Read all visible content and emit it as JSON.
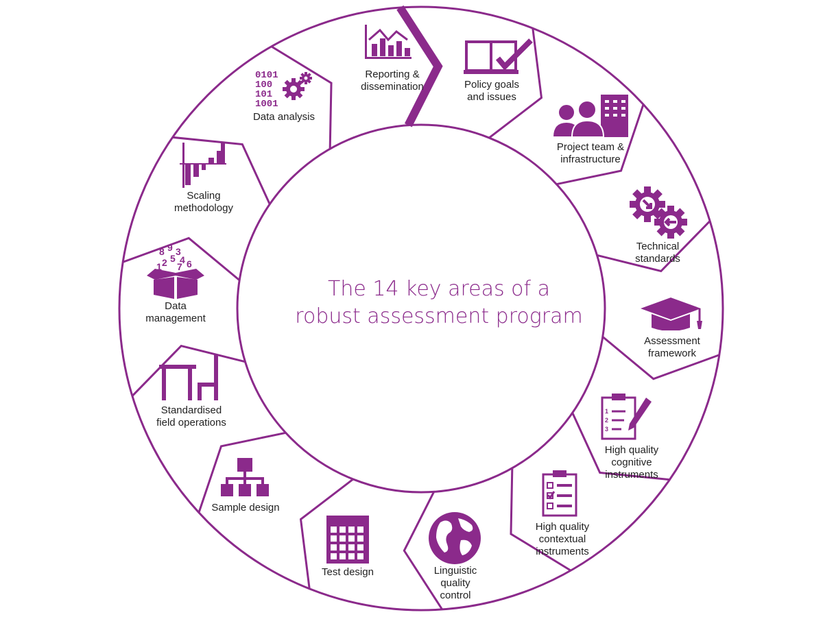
{
  "title": {
    "line1": "The 14 key areas of a",
    "line2": "robust assessment program"
  },
  "colors": {
    "accent": "#8b2a8b",
    "text": "#222222",
    "background": "#ffffff"
  },
  "areas": [
    {
      "id": "policy",
      "lines": [
        "Policy goals",
        "and issues"
      ],
      "icon": "book-check-icon"
    },
    {
      "id": "team",
      "lines": [
        "Project team &",
        "infrastructure"
      ],
      "icon": "team-building-icon"
    },
    {
      "id": "technical",
      "lines": [
        "Technical",
        "standards"
      ],
      "icon": "gears-icon"
    },
    {
      "id": "framework",
      "lines": [
        "Assessment",
        "framework"
      ],
      "icon": "graduation-cap-icon"
    },
    {
      "id": "cognitive",
      "lines": [
        "High quality",
        "cognitive",
        "instruments"
      ],
      "icon": "clipboard-pen-icon"
    },
    {
      "id": "contextual",
      "lines": [
        "High quality",
        "contextual",
        "instruments"
      ],
      "icon": "checklist-icon"
    },
    {
      "id": "linguistic",
      "lines": [
        "Linguistic",
        "quality",
        "control"
      ],
      "icon": "globe-icon"
    },
    {
      "id": "test",
      "lines": [
        "Test design"
      ],
      "icon": "grid-icon"
    },
    {
      "id": "sample",
      "lines": [
        "Sample design"
      ],
      "icon": "org-chart-icon"
    },
    {
      "id": "field",
      "lines": [
        "Standardised",
        "field operations"
      ],
      "icon": "desk-chair-icon"
    },
    {
      "id": "data-management",
      "lines": [
        "Data",
        "management"
      ],
      "icon": "numbers-box-icon"
    },
    {
      "id": "scaling",
      "lines": [
        "Scaling",
        "methodology"
      ],
      "icon": "bar-scale-icon"
    },
    {
      "id": "analysis",
      "lines": [
        "Data analysis"
      ],
      "icon": "binary-gear-icon"
    },
    {
      "id": "reporting",
      "lines": [
        "Reporting &",
        "dissemination"
      ],
      "icon": "chart-icon"
    }
  ],
  "digits": {
    "binary": [
      "0101",
      "100",
      "101",
      "1001"
    ],
    "numbers": [
      "8",
      "9",
      "3",
      "5",
      "4",
      "6",
      "2",
      "1",
      "7"
    ],
    "list": [
      "1",
      "2",
      "3"
    ]
  }
}
